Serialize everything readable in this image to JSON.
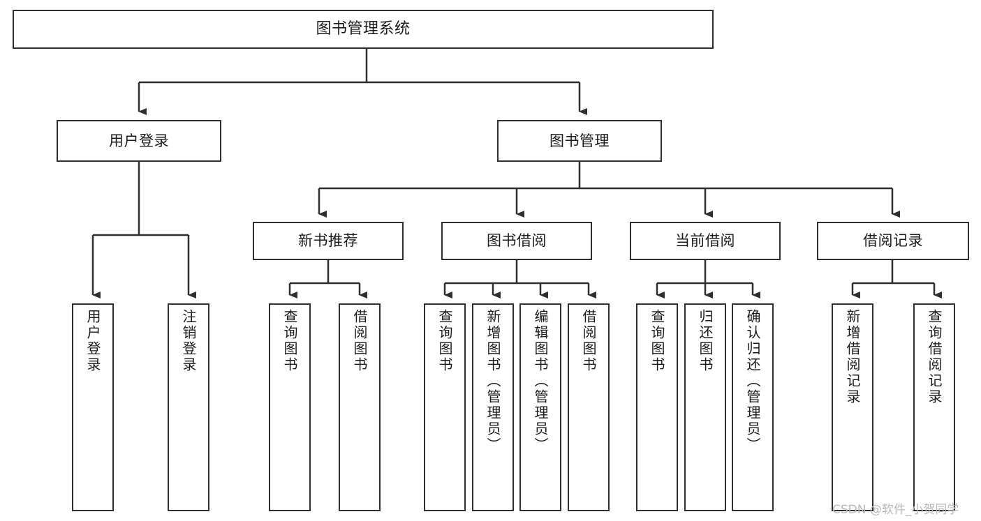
{
  "diagram": {
    "title": "图书管理系统",
    "type": "functional-structure-tree",
    "root": {
      "label": "图书管理系统"
    },
    "level2": [
      {
        "label": "用户登录"
      },
      {
        "label": "图书管理"
      }
    ],
    "level3": [
      {
        "label": "新书推荐"
      },
      {
        "label": "图书借阅"
      },
      {
        "label": "当前借阅"
      },
      {
        "label": "借阅记录"
      }
    ],
    "leaves": {
      "user_login": [
        {
          "label": "用户登录"
        },
        {
          "label": "注销登录"
        }
      ],
      "new_book_recommend": [
        {
          "label": "查询图书"
        },
        {
          "label": "借阅图书"
        }
      ],
      "book_borrow": [
        {
          "label": "查询图书"
        },
        {
          "label": "新增图书（管理员）"
        },
        {
          "label": "编辑图书（管理员）"
        },
        {
          "label": "借阅图书"
        }
      ],
      "current_borrow": [
        {
          "label": "查询图书"
        },
        {
          "label": "归还图书"
        },
        {
          "label": "确认归还（管理员）"
        }
      ],
      "borrow_record": [
        {
          "label": "新增借阅记录"
        },
        {
          "label": "查询借阅记录"
        }
      ]
    }
  },
  "watermark": {
    "text": "CSDN @软件_小贺同学"
  },
  "colors": {
    "stroke": "#2f2f2f",
    "box_fill": "#ffffff",
    "text": "#1b1b1b",
    "watermark": "#b9b9b9",
    "background": "#ffffff"
  }
}
